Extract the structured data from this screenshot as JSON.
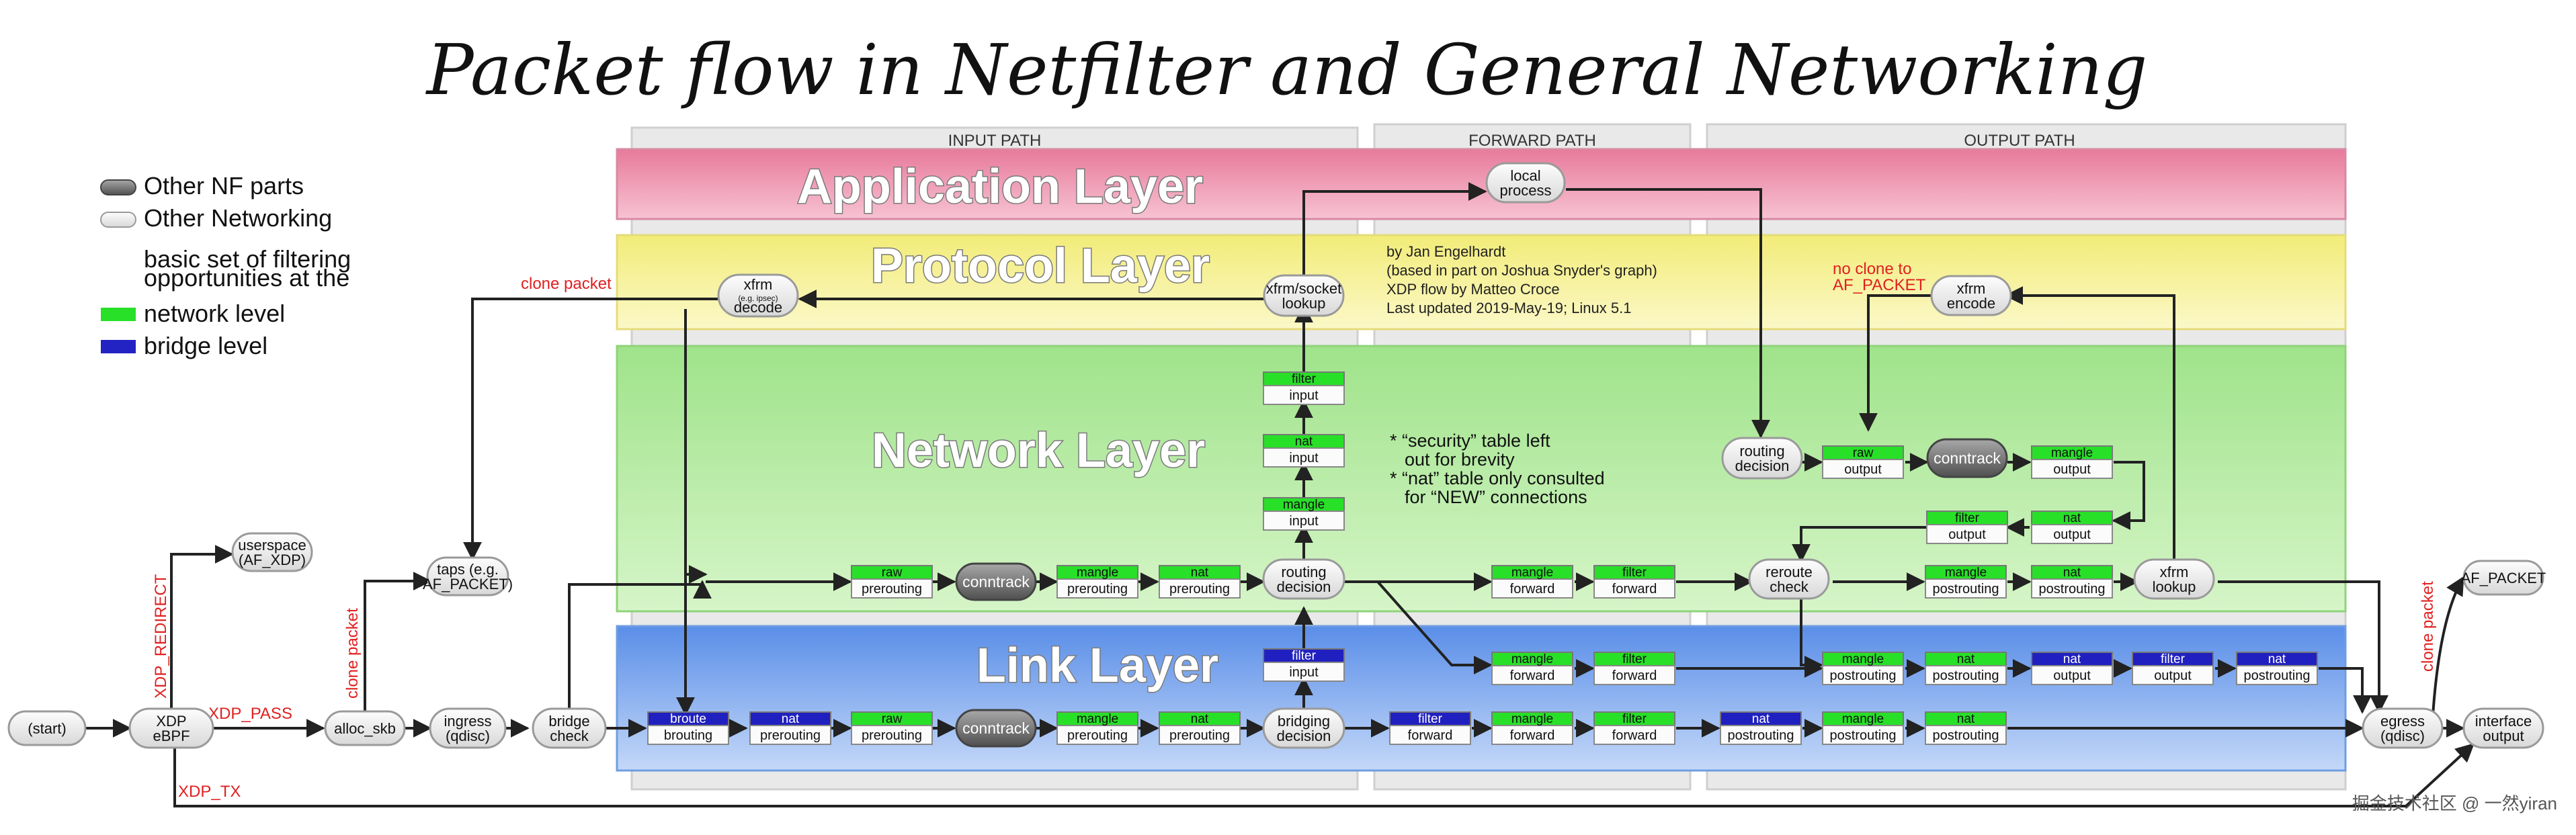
{
  "title": "Packet flow in Netfilter and General Networking",
  "paths": {
    "input": "INPUT PATH",
    "forward": "FORWARD PATH",
    "output": "OUTPUT PATH"
  },
  "layers": {
    "application": "Application Layer",
    "protocol": "Protocol Layer",
    "network": "Network Layer",
    "link": "Link Layer"
  },
  "legend": {
    "nf_parts": "Other NF parts",
    "networking": "Other Networking",
    "basic_line1": "basic set of filtering",
    "basic_line2": "opportunities at the",
    "network_level": "network level",
    "bridge_level": "bridge level"
  },
  "credits": {
    "line1": "by Jan Engelhardt",
    "line2": "(based in part on Joshua Snyder's graph)",
    "line3": "XDP flow by Matteo Croce",
    "line4": "Last updated 2019-May-19; Linux 5.1"
  },
  "notes": {
    "line1": "* “security” table left",
    "line2": "out for brevity",
    "line3": "* “nat” table only consulted",
    "line4": "for “NEW” connections"
  },
  "edge_labels": {
    "clone_packet_top": "clone packet",
    "clone_packet_left": "clone packet",
    "clone_packet_right": "clone packet",
    "xdp_redirect": "XDP_REDIRECT",
    "xdp_pass": "XDP_PASS",
    "xdp_tx": "XDP_TX",
    "no_clone_1": "no clone to",
    "no_clone_2": "AF_PACKET"
  },
  "nodes": {
    "start": [
      "(start)"
    ],
    "xdp": [
      "XDP",
      "eBPF"
    ],
    "userspace": [
      "userspace",
      "(AF_XDP)"
    ],
    "alloc_skb": [
      "alloc_skb"
    ],
    "taps": [
      "taps (e.g.",
      "AF_PACKET)"
    ],
    "ingress": [
      "ingress",
      "(qdisc)"
    ],
    "bridge_check": [
      "bridge",
      "check"
    ],
    "xfrm_decode": [
      "xfrm",
      "(e.g. ipsec)",
      "decode"
    ],
    "xfrm_lookup_top": [
      "xfrm/socket",
      "lookup"
    ],
    "local_process": [
      "local",
      "process"
    ],
    "routing_decision_in": [
      "routing",
      "decision"
    ],
    "bridging_decision": [
      "bridging",
      "decision"
    ],
    "routing_decision_out": [
      "routing",
      "decision"
    ],
    "xfrm_encode": [
      "xfrm",
      "encode"
    ],
    "reroute_check": [
      "reroute",
      "check"
    ],
    "xfrm_lookup_out": [
      "xfrm",
      "lookup"
    ],
    "af_packet": [
      "AF_PACKET"
    ],
    "egress": [
      "egress",
      "(qdisc)"
    ],
    "interface_output": [
      "interface",
      "output"
    ],
    "conntrack_net_in": [
      "conntrack"
    ],
    "conntrack_link_in": [
      "conntrack"
    ],
    "conntrack_out": [
      "conntrack"
    ]
  },
  "chains": {
    "broute": [
      "broute",
      "brouting"
    ],
    "nat_br_pre": [
      "nat",
      "prerouting"
    ],
    "raw_l_pre": [
      "raw",
      "prerouting"
    ],
    "mangle_l_pre": [
      "mangle",
      "prerouting"
    ],
    "nat_l_pre": [
      "nat",
      "prerouting"
    ],
    "filter_br_input": [
      "filter",
      "input"
    ],
    "raw_n_pre": [
      "raw",
      "prerouting"
    ],
    "mangle_n_pre": [
      "mangle",
      "prerouting"
    ],
    "nat_n_pre": [
      "nat",
      "prerouting"
    ],
    "mangle_input": [
      "mangle",
      "input"
    ],
    "nat_input": [
      "nat",
      "input"
    ],
    "filter_input": [
      "filter",
      "input"
    ],
    "mangle_fwd_n": [
      "mangle",
      "forward"
    ],
    "filter_fwd_n": [
      "filter",
      "forward"
    ],
    "mangle_fwd_l1": [
      "mangle",
      "forward"
    ],
    "filter_fwd_l1": [
      "filter",
      "forward"
    ],
    "filter_br_fwd": [
      "filter",
      "forward"
    ],
    "mangle_fwd_l2": [
      "mangle",
      "forward"
    ],
    "filter_fwd_l2": [
      "filter",
      "forward"
    ],
    "raw_output": [
      "raw",
      "output"
    ],
    "mangle_output": [
      "mangle",
      "output"
    ],
    "nat_output": [
      "nat",
      "output"
    ],
    "filter_output": [
      "filter",
      "output"
    ],
    "mangle_post_n": [
      "mangle",
      "postrouting"
    ],
    "nat_post_n": [
      "nat",
      "postrouting"
    ],
    "mangle_post_l1": [
      "mangle",
      "postrouting"
    ],
    "nat_post_l1": [
      "nat",
      "postrouting"
    ],
    "nat_br_output": [
      "nat",
      "output"
    ],
    "filter_br_output": [
      "filter",
      "output"
    ],
    "nat_br_post_l1": [
      "nat",
      "postrouting"
    ],
    "nat_br_post_l2": [
      "nat",
      "postrouting"
    ],
    "mangle_post_l2": [
      "mangle",
      "postrouting"
    ],
    "nat_post_l2": [
      "nat",
      "postrouting"
    ]
  },
  "watermark": "掘金技术社区 @ 一然yiran",
  "colors": {
    "network_level": "#28e028",
    "bridge_level": "#2020c0",
    "application_layer": "#f0a0b8",
    "protocol_layer": "#f8f4a0",
    "network_layer": "#b8eca0",
    "link_layer": "#88aef0",
    "edge_label": "#e02020",
    "path_column": "#e6e6e6"
  }
}
